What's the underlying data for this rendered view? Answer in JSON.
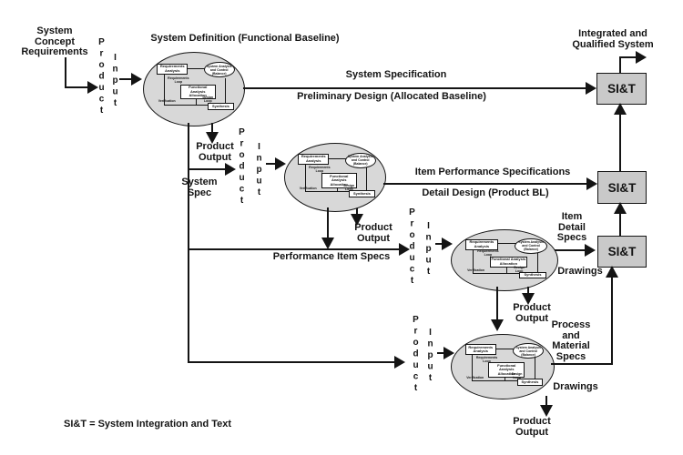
{
  "colors": {
    "background": "#ffffff",
    "ink": "#141414",
    "ellipse_fill": "#d8d8d8",
    "sit_fill": "#c9c9c9"
  },
  "labels": {
    "system_concept": "System\nConcept\nRequirements",
    "stage1_title": "System Definition (Functional Baseline)",
    "integrated_system": "Integrated and\nQualified System",
    "system_specification": "System Specification",
    "preliminary_design": "Preliminary Design (Allocated Baseline)",
    "item_performance_specifications": "Item Performance Specifications",
    "detail_design": "Detail Design (Product BL)",
    "performance_item_specs": "Performance Item Specs",
    "item_detail_specs": "Item\nDetail\nSpecs",
    "process_material_specs": "Process\nand\nMaterial\nSpecs",
    "drawings": "Drawings",
    "product_output": "Product\nOutput",
    "system_spec": "System\nSpec",
    "product_vertical": "Product",
    "input_vertical": "Input",
    "sit_box": "SI&T",
    "legend": "SI&T = System Integration and Text"
  },
  "mini": {
    "requirements_analysis": "Requirements\nAnalysis",
    "requirements_loop": "Requirements\nLoop",
    "functional_analysis_allocation": "Functional Analysis\nAllocation",
    "design_loop": "Design\nLoop",
    "verification": "Verification",
    "synthesis": "Synthesis",
    "system_analysis_control": "System Analysis\nand Control\n(Balance)"
  }
}
